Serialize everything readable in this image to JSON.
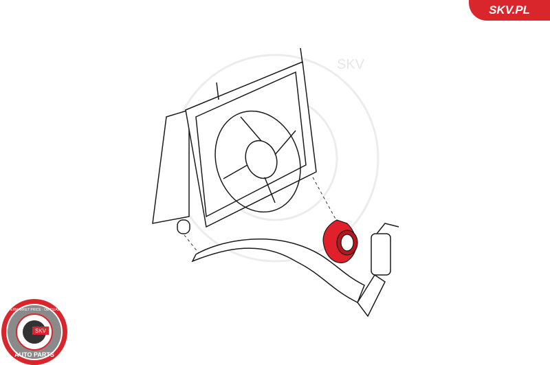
{
  "brand_badge": "SKV.PL",
  "watermark": "SKV",
  "logo": {
    "top_text": "AFTERMARKET PRICE · OE QUALITY",
    "center_text": "SKV",
    "bottom_text": "AUTO PARTS"
  },
  "colors": {
    "brand_red": "#d8262c",
    "highlight_part": "#e0202a",
    "line": "#1a1a1a"
  }
}
